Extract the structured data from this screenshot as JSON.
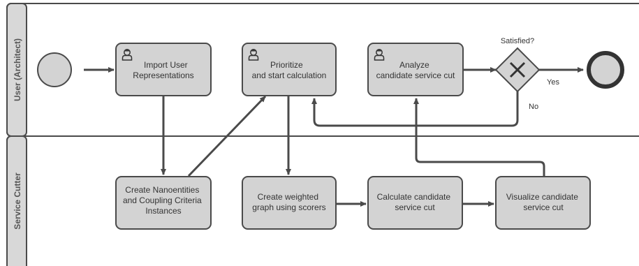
{
  "lanes": {
    "user": "User (Architect)",
    "service": "Service Cutter"
  },
  "tasks": {
    "import": [
      "Import User",
      "Representations"
    ],
    "prioritize": [
      "Prioritize",
      "and start calculation"
    ],
    "analyze": [
      "Analyze",
      "candidate service cut"
    ],
    "create_nano": [
      "Create Nanoentities",
      "and Coupling Criteria",
      "Instances"
    ],
    "create_graph": [
      "Create weighted",
      "graph using scorers"
    ],
    "calculate": [
      "Calculate candidate",
      "service cut"
    ],
    "visualize": [
      "Visualize candidate",
      "service cut"
    ]
  },
  "gateway": {
    "question": "Satisfied?",
    "yes": "Yes",
    "no": "No"
  },
  "colors": {
    "task_fill": "#d3d3d3",
    "lane_header": "#d8d8d8",
    "stroke": "#4a4a4a",
    "start_fill": "#d3d3d3"
  },
  "icons": {
    "user_task": "user-icon"
  }
}
